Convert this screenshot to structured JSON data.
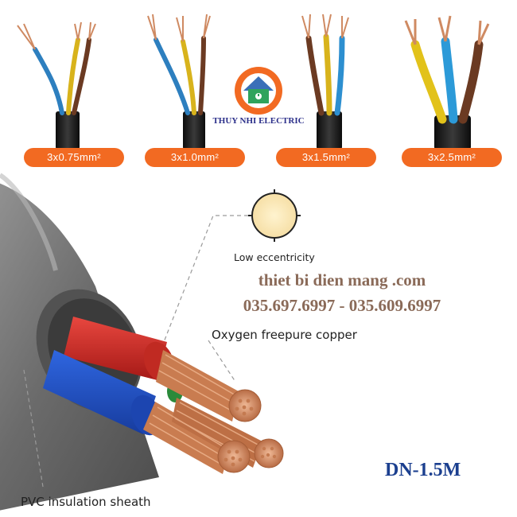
{
  "sizes": [
    "3x0.75mm²",
    "3x1.0mm²",
    "3x1.5mm²",
    "3x2.5mm²"
  ],
  "logo": {
    "name": "THUY NHI ELECTRIC"
  },
  "callouts": {
    "eccentricity": "Low eccentricity",
    "copper": "Oxygen freepure copper",
    "sheath": "PVC insulation sheath"
  },
  "watermark": {
    "site": "thiet bi dien mang .com",
    "phones": "035.697.6997 - 035.609.6997"
  },
  "model": "DN-1.5M",
  "colors": {
    "accent": "#f26a22",
    "jacket": "#1a1a1a",
    "sheath": "#6e6e6e",
    "red_core": "#d42a24",
    "blue_core": "#1d4fc8",
    "copper": "#d89066",
    "model_text": "#1b3f8f"
  }
}
